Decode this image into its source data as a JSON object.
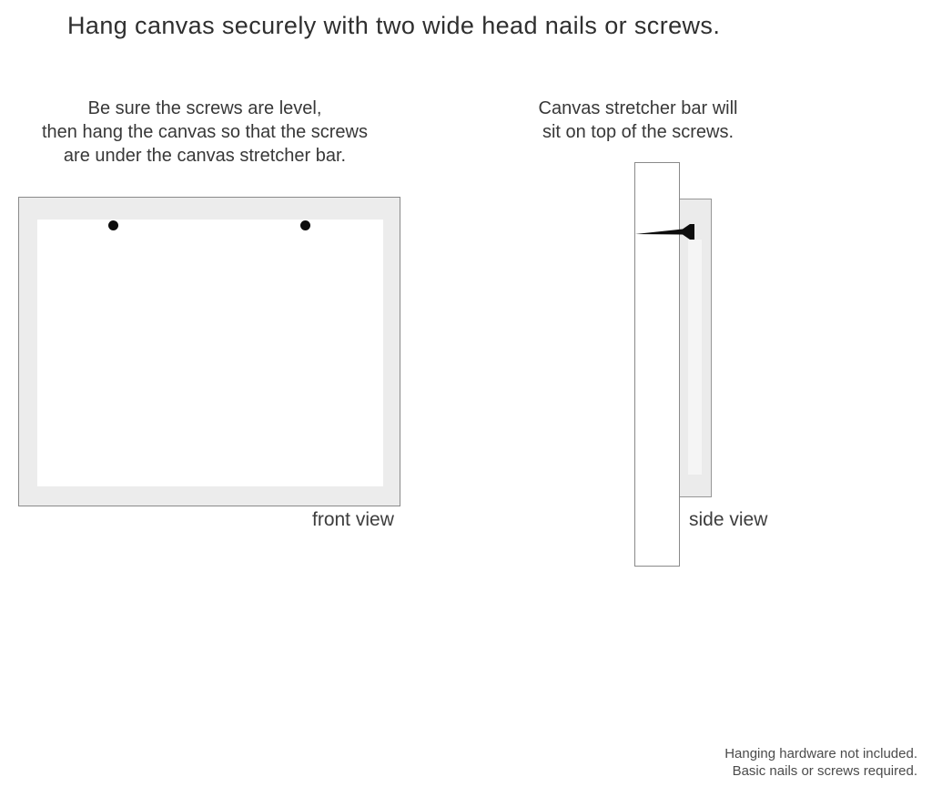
{
  "title": "Hang canvas securely with two wide head nails or screws.",
  "front_view": {
    "instructions": [
      "Be sure the screws are level,",
      "then hang the canvas so that the screws",
      "are under the canvas stretcher bar."
    ],
    "label": "front view",
    "screw_count": 2
  },
  "side_view": {
    "instructions": [
      "Canvas stretcher bar will",
      "sit on top of the screws."
    ],
    "label": "side view"
  },
  "footer": {
    "lines": [
      "Hanging hardware not included.",
      "Basic nails or screws required."
    ]
  },
  "colors": {
    "background": "#ffffff",
    "canvas_fill": "#ececec",
    "outline": "#8a8a8a",
    "nail_fill": "#0d0d0d",
    "text": "#383838"
  }
}
